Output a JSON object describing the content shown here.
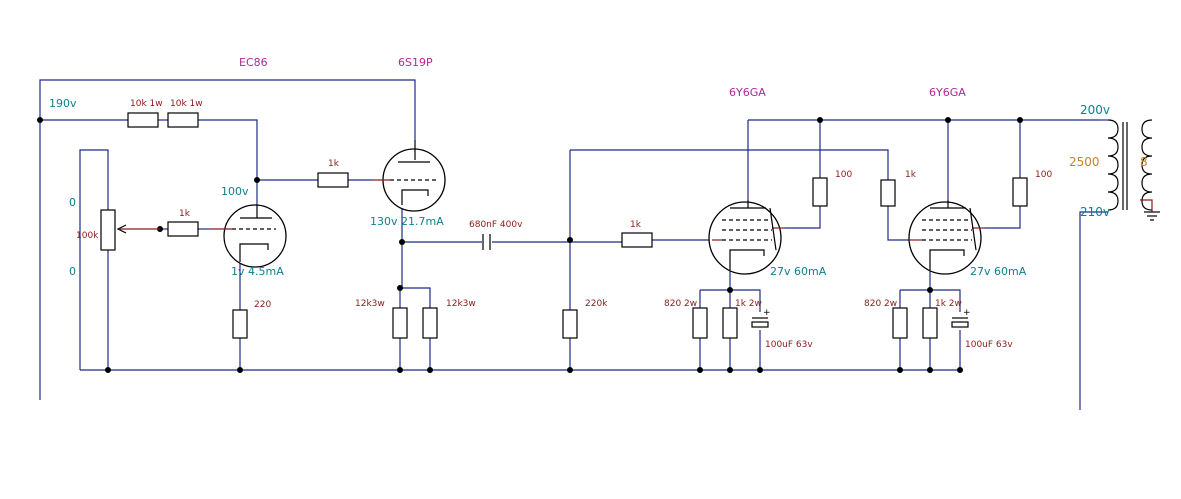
{
  "tubes": {
    "v1": "EC86",
    "v2": "6S19P",
    "v3": "6Y6GA",
    "v4": "6Y6GA"
  },
  "voltages": {
    "supply": "190v",
    "v1_plate": "100v",
    "v1_cathode": "1v 4.5mA",
    "v2_cathode": "130v 21.7mA",
    "v3_cathode": "27v 60mA",
    "v4_cathode": "27v 60mA",
    "input_top": "0",
    "input_bottom": "0"
  },
  "components": {
    "r_drop1": "10k 1w",
    "r_drop2": "10k 1w",
    "r_grid_v2": "1k",
    "r_grid_v1": "1k",
    "pot": "100k",
    "r_cath_v1": "220",
    "r_cath_v2a": "12k3w",
    "r_cath_v2b": "12k3w",
    "cap_coupling": "680nF 400v",
    "r_grid_leak": "220k",
    "r_grid_v3": "1k",
    "r_g2_v3": "100",
    "r_grid_v4": "1k",
    "r_g2_v4": "100",
    "r_cath_v3a": "820 2w",
    "r_cath_v3b": "1k 2w",
    "c_cath_v3": "100uF 63v",
    "r_cath_v4a": "820 2w",
    "r_cath_v4b": "1k 2w",
    "c_cath_v4": "100uF 63v"
  },
  "transformer": {
    "tap_top": "200v",
    "primary_impedance": "2500",
    "secondary_impedance": "8",
    "tap_bottom": "210v"
  },
  "colors": {
    "wire": "#1f2b8a",
    "tube_label": "#b0289a",
    "voltage_label": "#0f7f8c",
    "value_label": "#8a1a1a",
    "impedance_label": "#c9822a"
  }
}
